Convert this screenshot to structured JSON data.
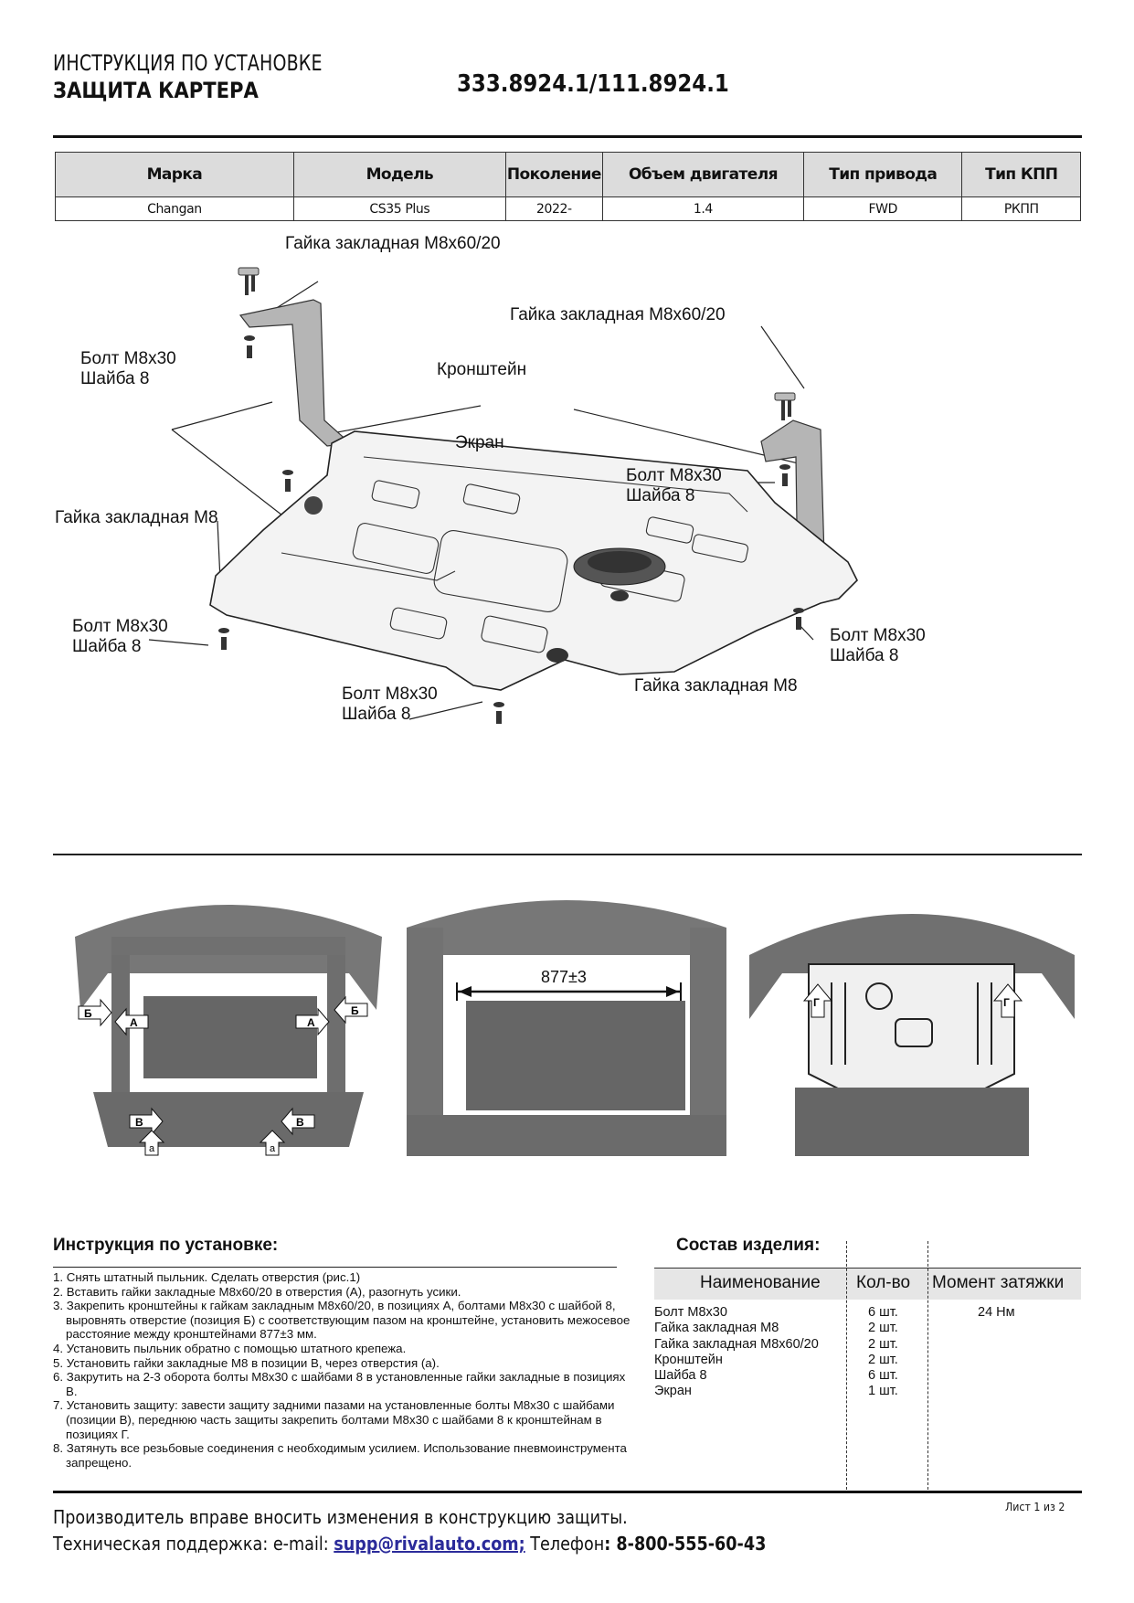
{
  "header": {
    "title_line1": "ИНСТРУКЦИЯ ПО УСТАНОВКЕ",
    "title_line2": "ЗАЩИТА КАРТЕРА",
    "article": "333.8924.1/111.8924.1"
  },
  "spec_table": {
    "columns": [
      "Марка",
      "Модель",
      "Поколение",
      "Объем двигателя",
      "Тип привода",
      "Тип КПП"
    ],
    "row": [
      "Changan",
      "CS35 Plus",
      "2022-",
      "1.4",
      "FWD",
      "РКПП"
    ]
  },
  "diagram": {
    "labels": {
      "nut_m8x60_left": "Гайка закладная M8x60/20",
      "nut_m8x60_right": "Гайка закладная M8x60/20",
      "bolt_top_left_1": "Болт M8x30",
      "bolt_top_left_2": "Шайба 8",
      "bracket": "Кронштейн",
      "screen": "Экран",
      "bolt_right_bracket_1": "Болт M8x30",
      "bolt_right_bracket_2": "Шайба 8",
      "nut_m8_left": "Гайка закладная M8",
      "bolt_left_1": "Болт M8x30",
      "bolt_left_2": "Шайба 8",
      "bolt_right_1": "Болт M8x30",
      "bolt_right_2": "Шайба 8",
      "bolt_bottom_1": "Болт M8x30",
      "bolt_bottom_2": "Шайба 8",
      "nut_m8_bottom": "Гайка закладная M8"
    }
  },
  "photos": {
    "photo1": {
      "markers": [
        "Б",
        "А",
        "А",
        "Б",
        "В",
        "В",
        "а",
        "а"
      ]
    },
    "photo2": {
      "dimension": "877±3"
    },
    "photo3": {
      "markers": [
        "Г",
        "Г"
      ]
    }
  },
  "instructions": {
    "title": "Инструкция по установке:",
    "steps": [
      "1. Снять штатный пыльник. Сделать отверстия (рис.1)",
      "2. Вставить гайки закладные M8x60/20 в отверстия (А), разогнуть усики.",
      "3. Закрепить кронштейны к гайкам закладным M8x60/20, в позициях А, болтами M8x30 с шайбой 8, выровнять отверстие (позиция Б) с соответствующим пазом на кронштейне, установить межосевое расстояние между кронштейнами 877±3 мм.",
      "4. Установить пыльник обратно с помощью штатного крепежа.",
      "5. Установить гайки закладные M8 в позиции В, через отверстия (а).",
      "6. Закрутить на 2-3 оборота болты M8x30 с шайбами 8 в установленные гайки закладные в позициях В.",
      "7. Установить защиту: завести защиту задними пазами на установленные болты M8x30 с шайбами (позиции В), переднюю часть защиты закрепить болтами M8x30 с шайбами 8 к кронштейнам в позициях Г.",
      "8. Затянуть все резьбовые соединения с необходимым усилием. Использование пневмоинструмента запрещено."
    ]
  },
  "composition": {
    "title": "Состав изделия:",
    "headers": {
      "name": "Наименование",
      "qty": "Кол-во",
      "torque": "Момент затяжки"
    },
    "items": [
      {
        "name": "Болт M8x30",
        "qty": "6 шт.",
        "torque": "24 Нм"
      },
      {
        "name": "Гайка закладная M8",
        "qty": "2 шт.",
        "torque": ""
      },
      {
        "name": "Гайка закладная M8x60/20",
        "qty": "2 шт.",
        "torque": ""
      },
      {
        "name": "Кронштейн",
        "qty": "2 шт.",
        "torque": ""
      },
      {
        "name": "Шайба 8",
        "qty": "6 шт.",
        "torque": ""
      },
      {
        "name": "Экран",
        "qty": "1 шт.",
        "torque": ""
      }
    ]
  },
  "footer": {
    "disclaimer": "Производитель вправе вносить изменения в конструкцию защиты.",
    "support_prefix": "Техническая поддержка:  e-mail: ",
    "email": "supp@rivalauto.com;",
    "phone_prefix": " Телефон",
    "phone": ": 8-800-555-60-43",
    "sheet": "Лист 1 из 2"
  },
  "colors": {
    "link": "#2b2b9a",
    "table_header_bg": "#dcdcdc"
  }
}
